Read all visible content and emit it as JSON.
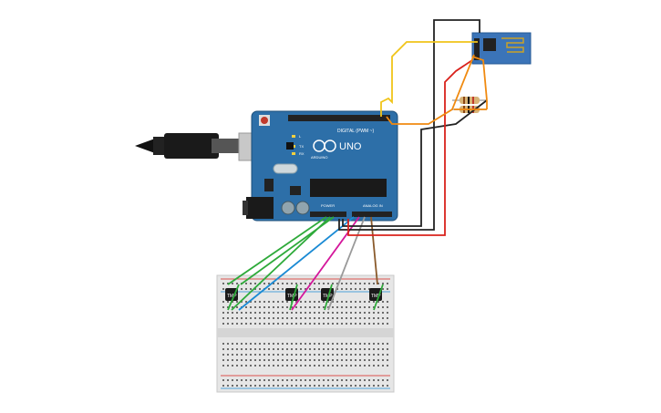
{
  "arduino": {
    "brand_text": "ARDUINO",
    "model_text": "UNO",
    "digital_header_label": "DIGITAL (PWM ~)",
    "power_header_label": "POWER",
    "analog_header_label": "ANALOG IN",
    "tx_label": "TX",
    "rx_label": "RX",
    "l_label": "L"
  },
  "sensors": [
    {
      "label": "TMP"
    },
    {
      "label": "TMP"
    },
    {
      "label": "TMP"
    },
    {
      "label": "TMP"
    }
  ],
  "colors": {
    "board": "#2d6fa8",
    "wire_green": "#2eaa3a",
    "wire_blue": "#1a8ad4",
    "wire_magenta": "#d4179b",
    "wire_gray": "#9a9a9a",
    "wire_brown": "#8a5a2b",
    "wire_red": "#d9221c",
    "wire_black": "#222222",
    "wire_yellow": "#f0c419",
    "wire_orange": "#f08a10"
  }
}
